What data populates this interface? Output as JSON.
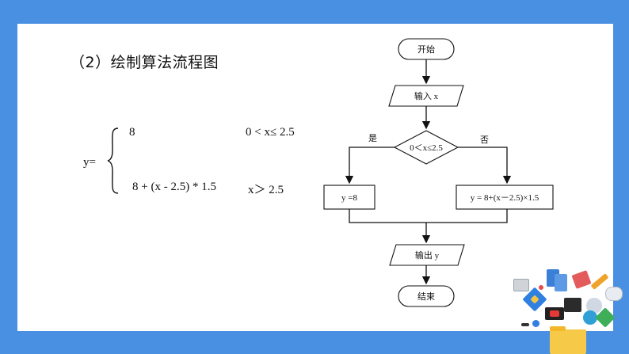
{
  "slide": {
    "heading": "（2）绘制算法流程图",
    "formula": {
      "lhs": "y=",
      "case1_value": "8",
      "case1_condition": "0 < x≤  2.5",
      "case2_value": "8 + (x - 2.5) * 1.5",
      "case2_condition": "x＞  2.5"
    }
  },
  "flowchart": {
    "start": "开始",
    "input": "输入 x",
    "decision": "0＜x≤2.5",
    "yes_label": "是",
    "no_label": "否",
    "yes_branch": "y =8",
    "no_branch": "y = 8+(x－2.5)×1.5",
    "output": "输出 y",
    "end": "结束"
  },
  "colors": {
    "frame": "#4a90e2",
    "card": "#ffffff",
    "line": "#111111"
  },
  "decoration_icons": [
    "image-icon",
    "document-icon",
    "ruler-icon",
    "pencil-icon",
    "pin-icon",
    "chat-icon",
    "video-icon",
    "code-icon",
    "cd-icon",
    "folder-icon",
    "play-icon"
  ]
}
